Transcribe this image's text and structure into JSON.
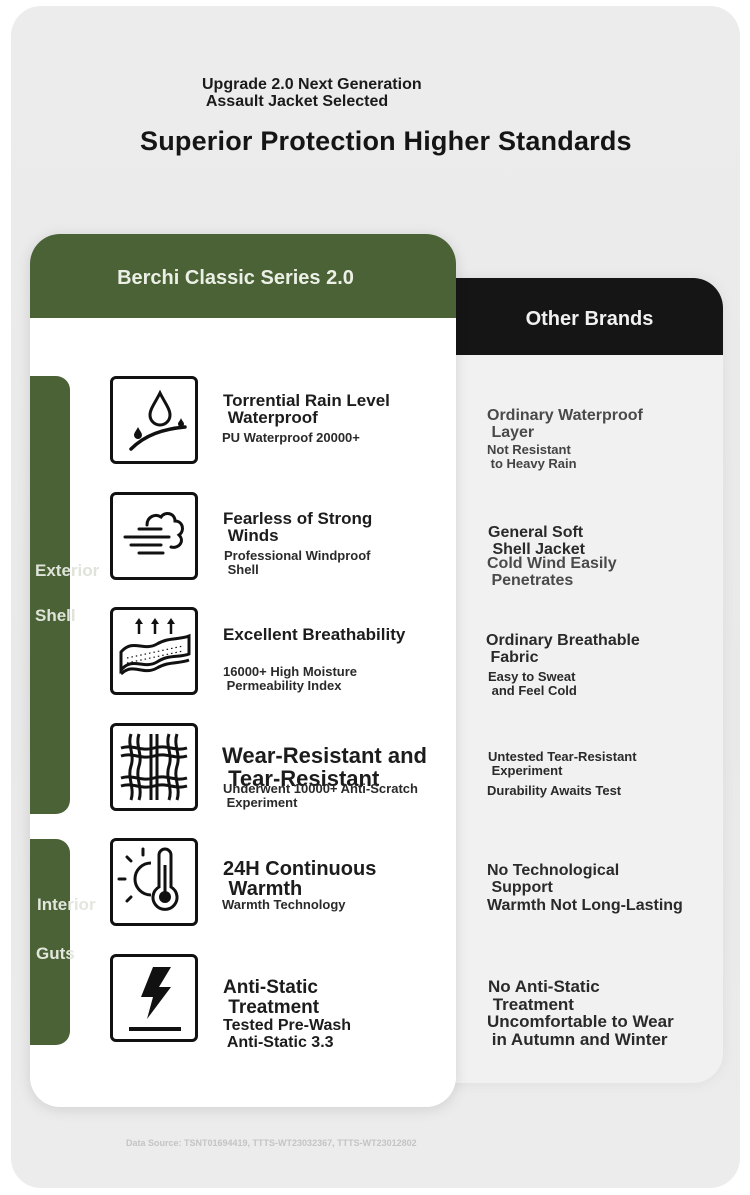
{
  "header": {
    "subtitle": "Upgrade 2.0 Next Generation\n Assault Jacket Selected",
    "title": "Superior Protection Higher Standards"
  },
  "main_card": {
    "title": "Berchi Classic Series 2.0"
  },
  "other_card": {
    "title": "Other Brands"
  },
  "sections": {
    "exterior_line1": "Exterior",
    "exterior_line2": "Shell",
    "interior_line1": "Interior",
    "interior_line2": "Guts"
  },
  "features": [
    {
      "icon": "raindrop-icon",
      "title": "Torrential Rain Level\n Waterproof",
      "detail": "PU Waterproof 20000+",
      "other_title": "Ordinary Waterproof\n Layer",
      "other_detail": "Not Resistant\n to Heavy Rain"
    },
    {
      "icon": "wind-icon",
      "title": "Fearless of Strong\n Winds",
      "detail": "Professional Windproof\n Shell",
      "other_title": "General Soft\n Shell Jacket",
      "other_detail": "Cold Wind Easily\n Penetrates"
    },
    {
      "icon": "breathable-fabric-icon",
      "title": "Excellent Breathability",
      "detail": "16000+ High Moisture\n Permeability Index",
      "other_title": "Ordinary Breathable\n Fabric",
      "other_detail": "Easy to Sweat\n and Feel Cold"
    },
    {
      "icon": "woven-fabric-icon",
      "title": "Wear-Resistant and\n Tear-Resistant",
      "detail": "Underwent 10000+ Anti-Scratch\n Experiment",
      "other_title": "Untested Tear-Resistant\n Experiment",
      "other_detail": "Durability Awaits Test"
    },
    {
      "icon": "thermometer-sun-icon",
      "title": "24H Continuous\n Warmth",
      "detail": "Warmth Technology",
      "other_title": "No Technological\n Support",
      "other_detail": "Warmth Not Long-Lasting"
    },
    {
      "icon": "lightning-icon",
      "title": "Anti-Static\n Treatment",
      "detail": "Tested Pre-Wash\n Anti-Static 3.3",
      "other_title": "No Anti-Static\n Treatment",
      "other_detail": "Uncomfortable to Wear\n in Autumn and Winter"
    }
  ],
  "source": "Data Source: TSNT01694419, TTTS-WT23032367, TTTS-WT23012802",
  "colors": {
    "brand_green": "#4a6235",
    "other_black": "#151515",
    "page_gray": "#ececec"
  }
}
